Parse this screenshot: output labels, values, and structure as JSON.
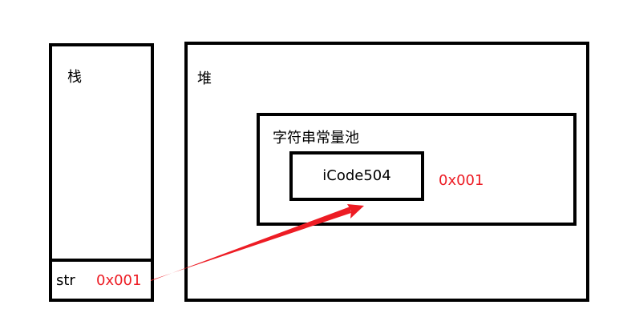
{
  "stack": {
    "title": "栈",
    "var_name": "str",
    "var_value": "0x001"
  },
  "heap": {
    "title": "堆",
    "pool": {
      "title": "字符串常量池",
      "string_value": "iCode504",
      "address": "0x001"
    }
  },
  "colors": {
    "border": "#000000",
    "pointer": "#ED1C24"
  }
}
